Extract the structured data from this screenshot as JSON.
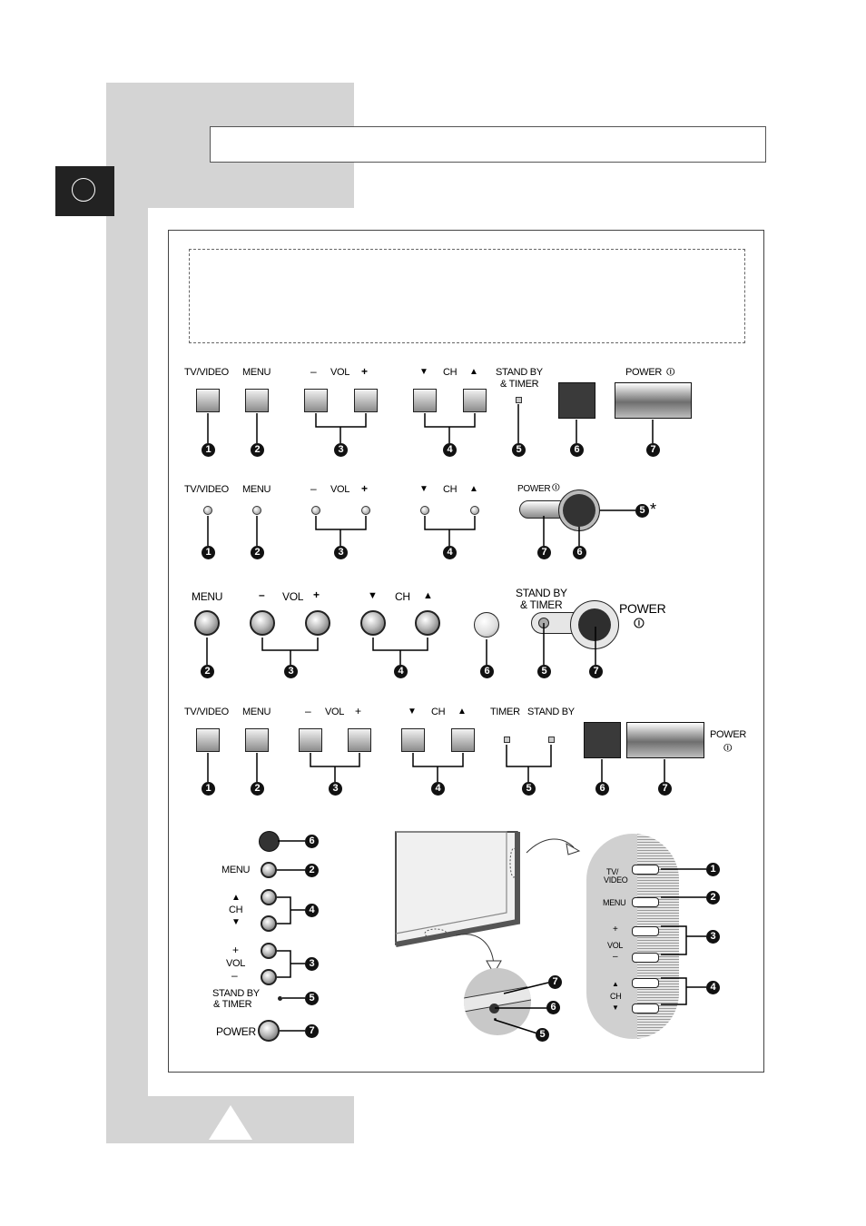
{
  "page": {
    "header_title": "",
    "note_text": "",
    "bottom_marker": "triangle-up-icon"
  },
  "markers": {
    "n1": "1",
    "n2": "2",
    "n3": "3",
    "n4": "4",
    "n5": "5",
    "n6": "6",
    "n7": "7",
    "asterisk": "*"
  },
  "labels": {
    "tv_video": "TV/VIDEO",
    "menu": "MENU",
    "vol": "VOL",
    "ch": "CH",
    "minus": "–",
    "plus": "+",
    "down": "▼",
    "up": "▲",
    "standby_timer_1": "STAND BY",
    "standby_timer_2": "& TIMER",
    "standby_timer_inline": "STAND BY",
    "power": "POWER",
    "power_symbol": "⏼",
    "timer": "TIMER",
    "tv_video_side_1": "TV/",
    "tv_video_side_2": "VIDEO"
  },
  "colors": {
    "dark_button": "#3a3a3a",
    "band_gray": "#d4d4d4",
    "marker_black": "#111111"
  }
}
